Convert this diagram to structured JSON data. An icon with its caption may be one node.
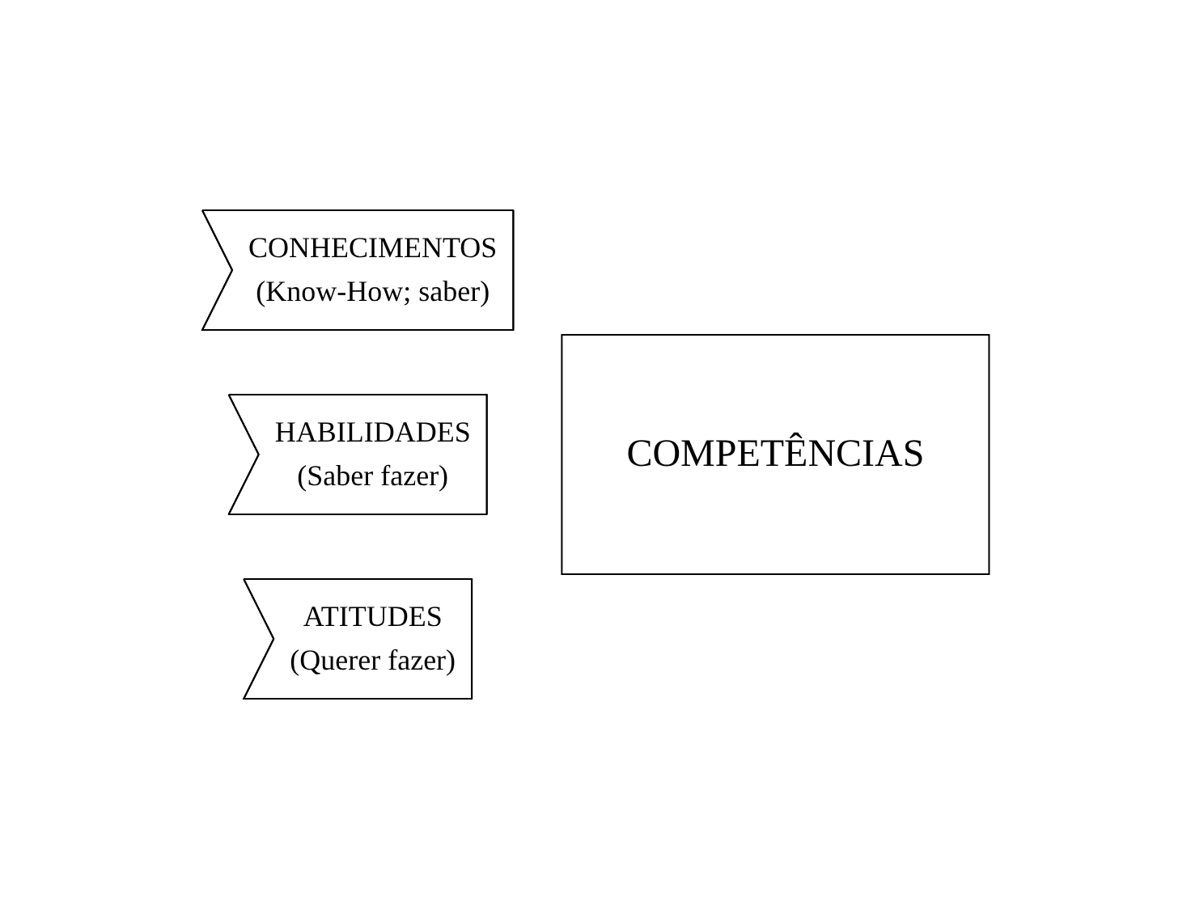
{
  "diagram": {
    "nodes": [
      {
        "text": [
          "CONHECIMENTOS",
          "(Know-How; saber)"
        ]
      },
      {
        "text": [
          "HABILIDADES",
          "(Saber fazer)"
        ]
      },
      {
        "text": [
          "ATITUDES",
          "(Querer fazer)"
        ]
      },
      {
        "text": [
          "COMPETÊNCIAS"
        ]
      }
    ]
  }
}
